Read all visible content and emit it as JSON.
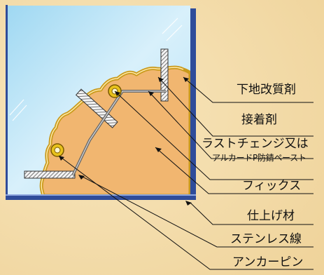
{
  "labels": {
    "base_agent": "下地改質剤",
    "adhesive": "接着剤",
    "rust_change_1": "ラストチェンジ又は",
    "rust_change_2": "アルカードP防錆ペースト",
    "fix": "フィックス",
    "finish": "仕上げ材",
    "stainless_wire": "ステンレス線",
    "anchor_pin": "アンカーピン"
  },
  "colors": {
    "frame": "#2f4c9a",
    "glass": "#bfe6f8",
    "fill": "#f1b670",
    "gold": "#c99a1c",
    "wire": "#6a6a6a"
  }
}
